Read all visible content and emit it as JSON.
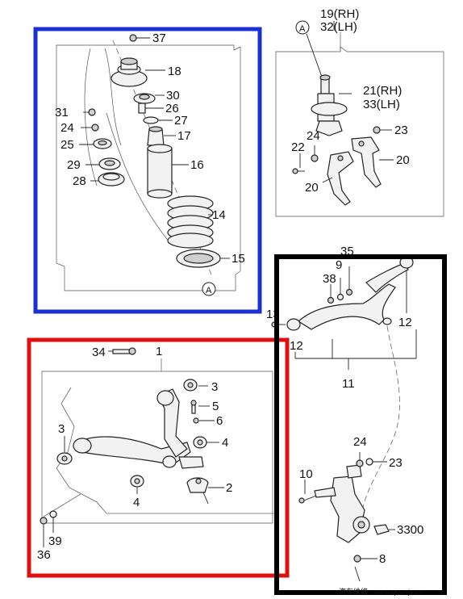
{
  "labels": {
    "strut_assembly": {
      "p37": "37",
      "p18": "18",
      "p30": "30",
      "p26": "26",
      "p27": "27",
      "p31": "31",
      "p24": "24",
      "p17": "17",
      "p25": "25",
      "p29": "29",
      "p16": "16",
      "p28": "28",
      "p14": "14",
      "p15": "15",
      "ref_a": "A"
    },
    "shock_mount": {
      "ref_a": "A",
      "p19": "19(RH)",
      "p32": "32(LH)",
      "p21": "21(RH)",
      "p33": "33(LH)",
      "p24": "24",
      "p23": "23",
      "p22": "22",
      "p20a": "20",
      "p20b": "20"
    },
    "lower_arm": {
      "p34": "34",
      "p1": "1",
      "p3a": "3",
      "p5": "5",
      "p6": "6",
      "p3b": "3",
      "p4a": "4",
      "p2": "2",
      "p4b": "4",
      "p36": "36",
      "p39": "39"
    },
    "upper_arm_knuckle": {
      "p35": "35",
      "p9": "9",
      "p38": "38",
      "p12a": "12",
      "p13": "13",
      "p12b": "12",
      "p11": "11",
      "p24": "24",
      "p23": "23",
      "p10": "10",
      "p3300": "3300",
      "p8": "8"
    }
  },
  "boxes": {
    "strut_assembly": {
      "color": "#1a2fd4"
    },
    "lower_arm": {
      "color": "#e01010"
    },
    "upper_arm_knuckle": {
      "color": "#000000"
    }
  },
  "watermark": "汽车维修 · www.qcwxjs.cn"
}
